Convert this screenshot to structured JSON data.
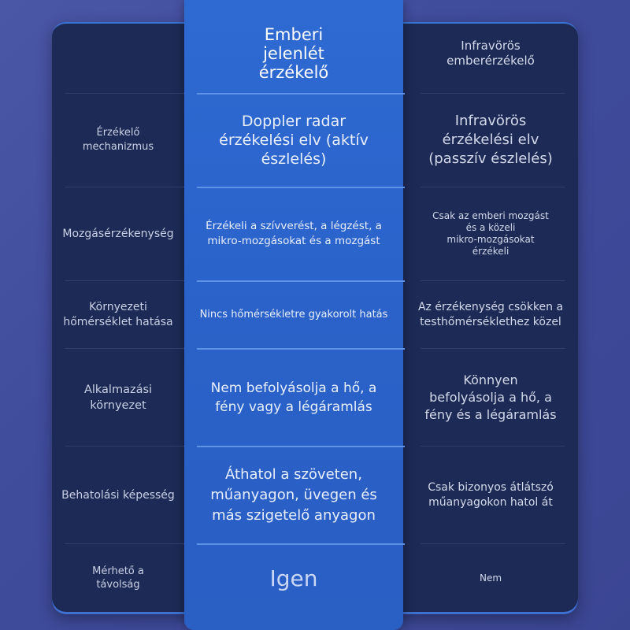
{
  "header": {
    "col2": "Emberi\njelenlét\nérzékelő",
    "col3": "Infravörös\nemberérzékelő"
  },
  "rows": [
    {
      "label": "Érzékelő mechanizmus",
      "col2": "Doppler radar\nérzékelési elv (aktív\nészlelés)",
      "col3": "Infravörös\nérzékelési elv\n(passzív észlelés)"
    },
    {
      "label": "Mozgásérzékenység",
      "col2": "Érzékeli a szívverést, a légzést, a\nmikro-mozgásokat és a mozgást",
      "col3": "Csak az emberi mozgást\nés a közeli\nmikro-mozgásokat\nérzékeli"
    },
    {
      "label": "Környezeti\nhőmérséklet hatása",
      "col2": "Nincs hőmérsékletre gyakorolt hatás",
      "col3": "Az érzékenység csökken a\ntesthőmérséklethez közel"
    },
    {
      "label": "Alkalmazási\nkörnyezet",
      "col2": "Nem befolyásolja a hő, a\nfény vagy a légáramlás",
      "col3": "Könnyen\nbefolyásolja a hő, a\nfény és a légáramlás"
    },
    {
      "label": "Behatolási képesség",
      "col2": "Áthatol a szöveten,\nműanyagon, üvegen és\nmás szigetelő anyagon",
      "col3": "Csak bizonyos átlátszó\nműanyagokon hatol át"
    },
    {
      "label": "Mérhető a\ntávolság",
      "col2": "Igen",
      "col3": "Nem"
    }
  ]
}
